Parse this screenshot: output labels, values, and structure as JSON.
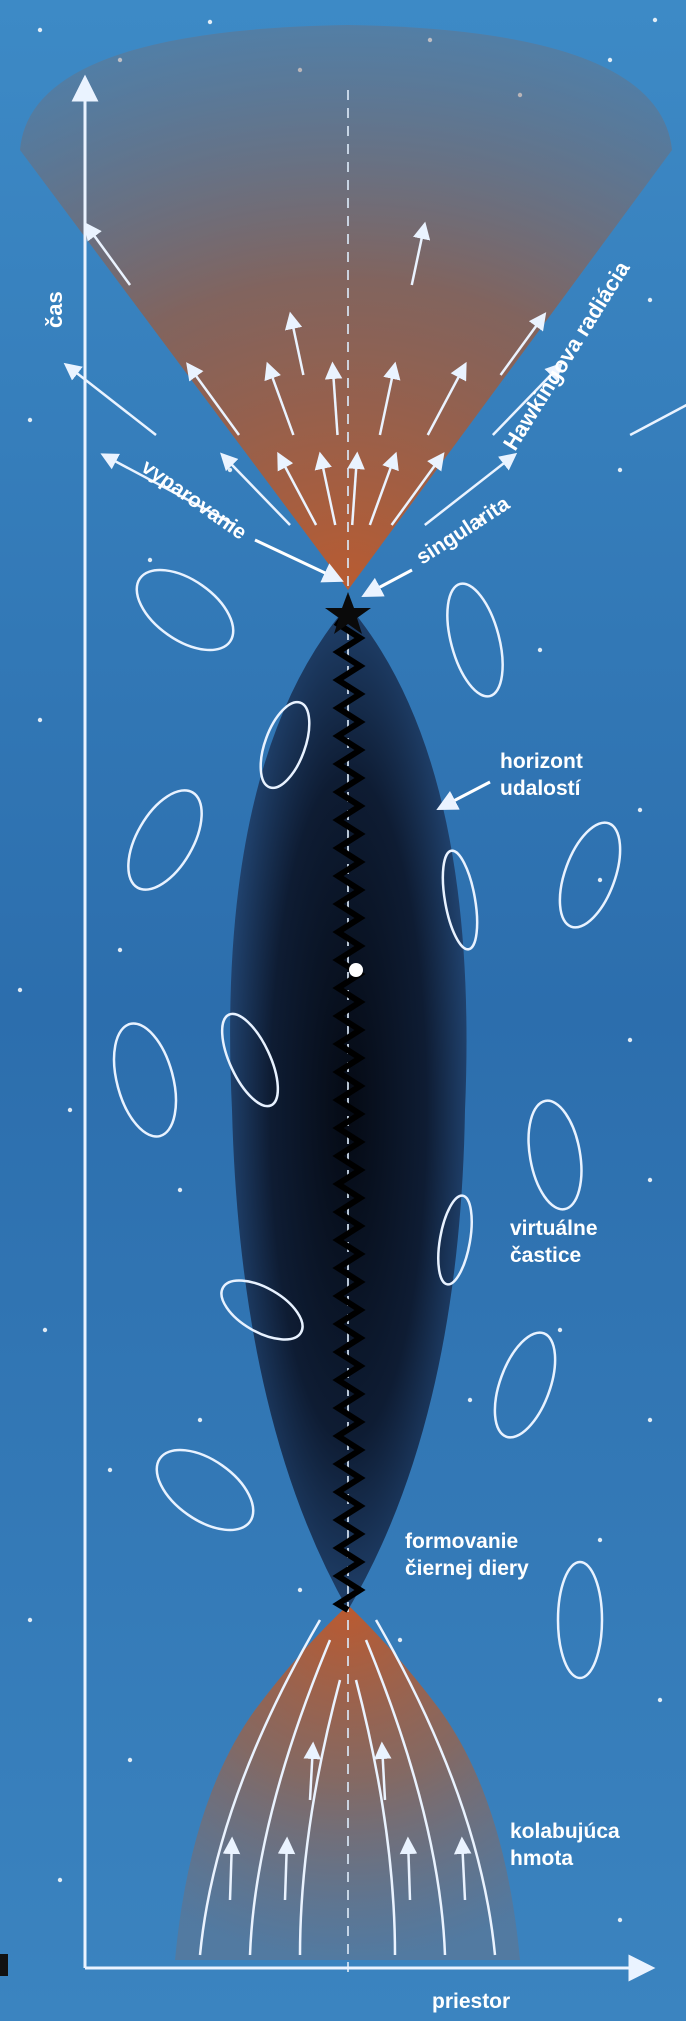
{
  "diagram": {
    "axes": {
      "time_label": "čas",
      "space_label": "priestor"
    },
    "labels": {
      "hawking": "Hawkingova radiácia",
      "evaporation": "vyparovanie",
      "singularity": "singularita",
      "horizon_line1": "horizont",
      "horizon_line2": "udalostí",
      "virtual_line1": "virtuálne",
      "virtual_line2": "častice",
      "formation_line1": "formovanie",
      "formation_line2": "čiernej diery",
      "collapse_line1": "kolabujúca",
      "collapse_line2": "hmota"
    },
    "colors": {
      "background": "#2f6fae",
      "background_light": "#3a86c4",
      "cone": "#a0542f",
      "black_hole": "#0b1422",
      "arrow": "#e8f2ff",
      "loop": "#e8f2ff"
    },
    "icons": {
      "singularity": "star-icon",
      "particle_path": "zigzag-line"
    }
  }
}
